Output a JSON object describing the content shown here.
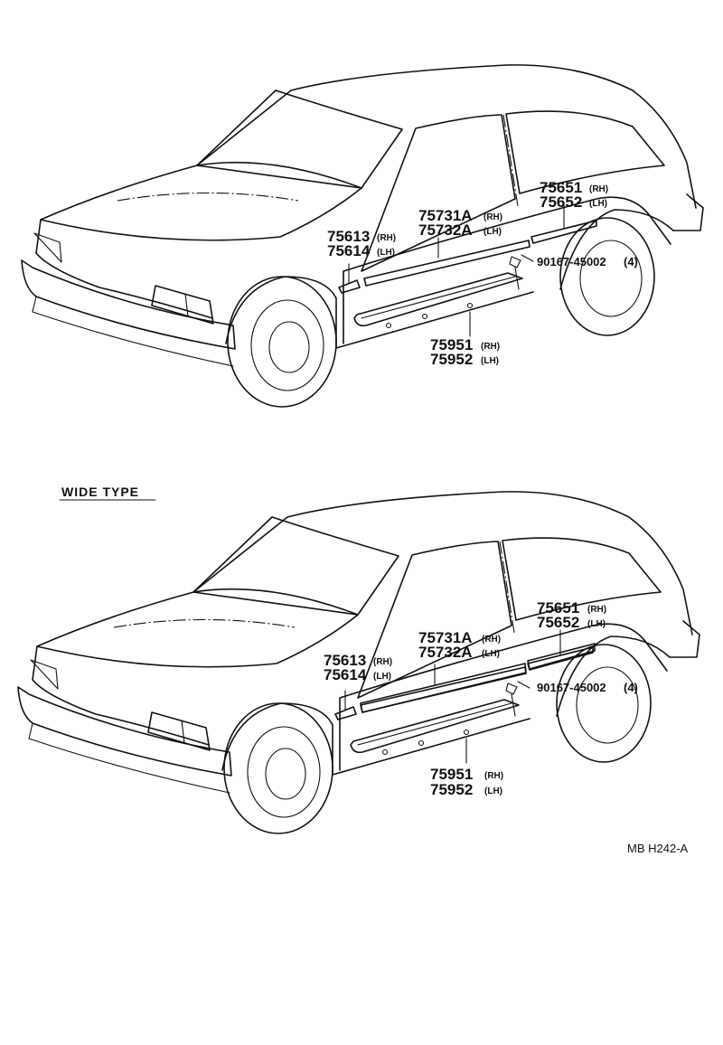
{
  "section_header": "WIDE TYPE",
  "drawing_code": "MB  H242-A",
  "views": [
    {
      "id": "standard",
      "callouts": {
        "front_fender": {
          "pn_a": "75613",
          "side_a": "(RH)",
          "pn_b": "75614",
          "side_b": "(LH)"
        },
        "front_door": {
          "pn_a": "75731A",
          "side_a": "(RH)",
          "pn_b": "75732A",
          "side_b": "(LH)"
        },
        "quarter": {
          "pn_a": "75651",
          "side_a": "(RH)",
          "pn_b": "75652",
          "side_b": "(LH)"
        },
        "fastener": {
          "pn": "90167-45002",
          "qty": "(4)"
        },
        "rocker": {
          "pn_a": "75951",
          "side_a": "(RH)",
          "pn_b": "75952",
          "side_b": "(LH)"
        }
      }
    },
    {
      "id": "wide",
      "callouts": {
        "front_fender": {
          "pn_a": "75613",
          "side_a": "(RH)",
          "pn_b": "75614",
          "side_b": "(LH)"
        },
        "front_door": {
          "pn_a": "75731A",
          "side_a": "(RH)",
          "pn_b": "75732A",
          "side_b": "(LH)"
        },
        "quarter": {
          "pn_a": "75651",
          "side_a": "(RH)",
          "pn_b": "75652",
          "side_b": "(LH)"
        },
        "fastener": {
          "pn": "90167-45002",
          "qty": "(4)"
        },
        "rocker": {
          "pn_a": "75951",
          "side_a": "(RH)",
          "pn_b": "75952",
          "side_b": "(LH)"
        }
      }
    }
  ]
}
